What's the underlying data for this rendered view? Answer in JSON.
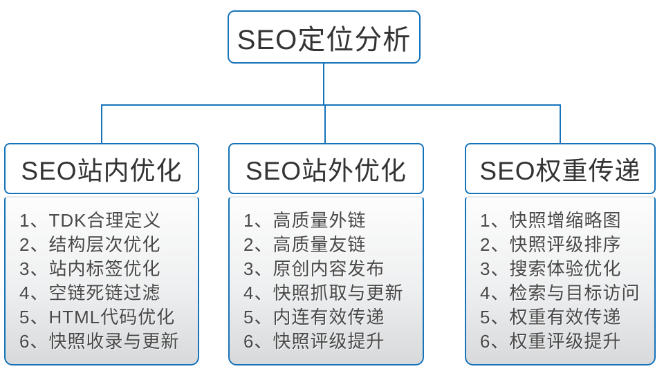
{
  "root": {
    "label": "SEO定位分析"
  },
  "columns": [
    {
      "title": "SEO站内优化",
      "items": [
        "1、TDK合理定义",
        "2、结构层次优化",
        "3、站内标签优化",
        "4、空链死链过滤",
        "5、HTML代码优化",
        "6、快照收录与更新"
      ]
    },
    {
      "title": "SEO站外优化",
      "items": [
        "1、高质量外链",
        "2、高质量友链",
        "3、原创内容发布",
        "4、快照抓取与更新",
        "5、内连有效传递",
        "6、快照评级提升"
      ]
    },
    {
      "title": "SEO权重传递",
      "items": [
        "1、快照增缩略图",
        "2、快照评级排序",
        "3、搜索体验优化",
        "4、检索与目标访问",
        "5、权重有效传递",
        "6、权重评级提升"
      ]
    }
  ],
  "colors": {
    "accent": "#1573b9",
    "title_text": "#333333",
    "item_text": "#484848",
    "panel_gradient_top": "#fdfdfd",
    "panel_gradient_bottom": "#d8d9db"
  }
}
